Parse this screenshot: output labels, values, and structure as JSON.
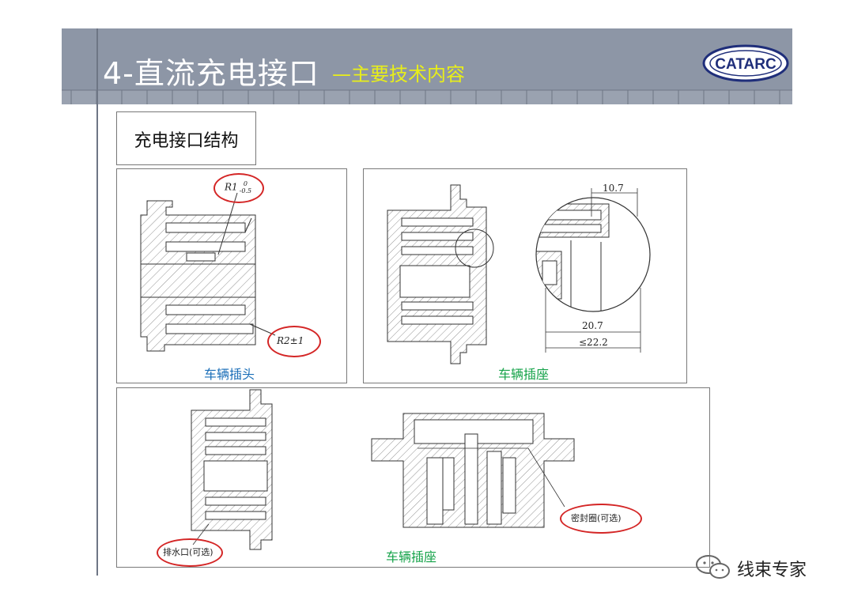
{
  "slide": {
    "title": "4-直流充电接口",
    "subtitle": "—主要技术内容",
    "logo_text": "CATARC",
    "section_label": "充电接口结构"
  },
  "panels": {
    "plug": {
      "caption": "车辆插头",
      "annotations": {
        "radius1_base": "R1",
        "radius1_upper": "0",
        "radius1_lower": "-0.5",
        "radius2": "R2±1"
      }
    },
    "socket": {
      "caption": "车辆插座",
      "dims": {
        "d1": "10.7",
        "d2": "20.7",
        "d3": "≤22.2"
      }
    },
    "socket_bottom": {
      "caption": "车辆插座",
      "drain_label": "排水口(可选)",
      "seal_label": "密封圈(可选)"
    }
  },
  "watermark": {
    "text": "线束专家"
  },
  "colors": {
    "header": "#8d96a6",
    "title_yellow": "#e8ee1a",
    "caption_blue": "#1a6eb8",
    "caption_green": "#16a34a",
    "annotation_red": "#d42626"
  }
}
